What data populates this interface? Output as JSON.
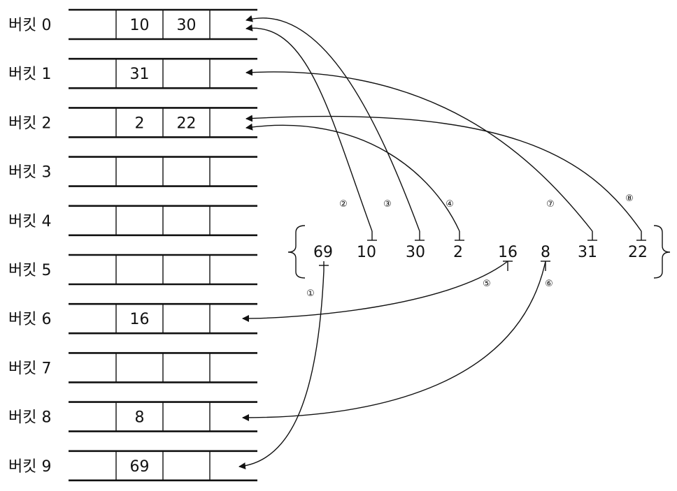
{
  "buckets": [
    {
      "label": "버킷 0",
      "cells": [
        "",
        "10",
        "30",
        ""
      ]
    },
    {
      "label": "버킷 1",
      "cells": [
        "",
        "31",
        "",
        ""
      ]
    },
    {
      "label": "버킷 2",
      "cells": [
        "",
        "2",
        "22",
        ""
      ]
    },
    {
      "label": "버킷 3",
      "cells": [
        "",
        "",
        "",
        ""
      ]
    },
    {
      "label": "버킷 4",
      "cells": [
        "",
        "",
        "",
        ""
      ]
    },
    {
      "label": "버킷 5",
      "cells": [
        "",
        "",
        "",
        ""
      ]
    },
    {
      "label": "버킷 6",
      "cells": [
        "",
        "16",
        "",
        ""
      ]
    },
    {
      "label": "버킷 7",
      "cells": [
        "",
        "",
        "",
        ""
      ]
    },
    {
      "label": "버킷 8",
      "cells": [
        "",
        "8",
        "",
        ""
      ]
    },
    {
      "label": "버킷 9",
      "cells": [
        "",
        "69",
        "",
        ""
      ]
    }
  ],
  "input_sequence": [
    "69",
    "10",
    "30",
    "2",
    "16",
    "8",
    "31",
    "22"
  ],
  "steps": [
    {
      "label": "①",
      "value": "69",
      "bucket": 9
    },
    {
      "label": "②",
      "value": "10",
      "bucket": 0
    },
    {
      "label": "③",
      "value": "30",
      "bucket": 0
    },
    {
      "label": "④",
      "value": "2",
      "bucket": 2
    },
    {
      "label": "⑤",
      "value": "16",
      "bucket": 6
    },
    {
      "label": "⑥",
      "value": "8",
      "bucket": 8
    },
    {
      "label": "⑦",
      "value": "31",
      "bucket": 1
    },
    {
      "label": "⑧",
      "value": "22",
      "bucket": 2
    }
  ]
}
